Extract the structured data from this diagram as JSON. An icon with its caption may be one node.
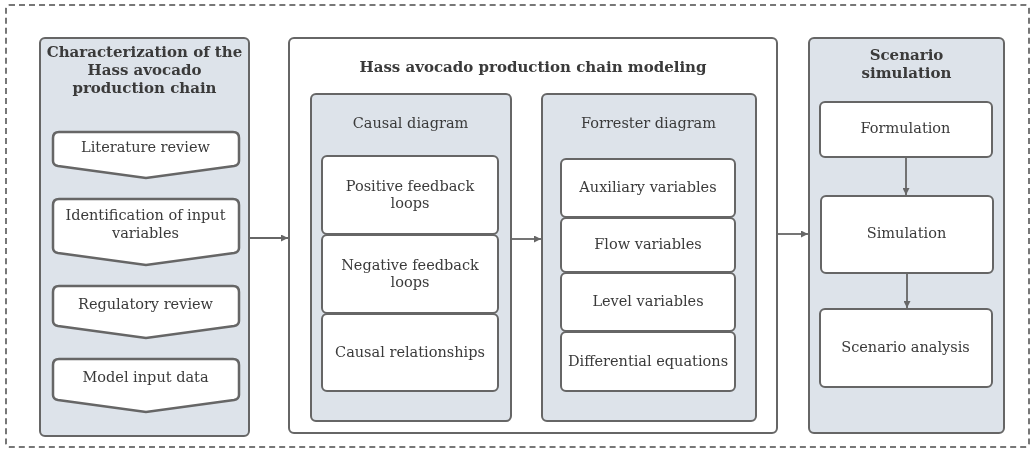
{
  "diagram": {
    "nodes": [
      {
        "text": [],
        "shape": "box"
      },
      {
        "text": [
          "Characterization of the Hass avocado production chain"
        ],
        "in": 0
      },
      {
        "text": [
          "Literature review"
        ],
        "in": 1
      },
      {
        "text": [
          "Identification of input variables"
        ],
        "in": 1
      },
      {
        "text": [
          "Regulatory review"
        ],
        "in": 1
      },
      {
        "text": [
          "Model input data"
        ],
        "in": 1
      },
      {
        "text": [
          "Hass avocado production chain modeling"
        ],
        "in": 0
      },
      {
        "text": [
          "Causal diagram"
        ],
        "in": 6
      },
      {
        "text": [
          "Positive feedback loops"
        ],
        "in": 7
      },
      {
        "text": [
          "Negative feedback loops"
        ],
        "in": 7
      },
      {
        "text": [
          "Causal relationships"
        ],
        "in": 7
      },
      {
        "text": [
          "Forrester diagram"
        ],
        "in": 6
      },
      {
        "text": [
          "Auxiliary variables"
        ],
        "in": 11
      },
      {
        "text": [
          "Flow variables"
        ],
        "in": 11
      },
      {
        "text": [
          "Level variables"
        ],
        "in": 11
      },
      {
        "text": [
          "Differential equations"
        ],
        "in": 11
      },
      {
        "text": [
          "Scenario simulation"
        ],
        "in": 0
      },
      {
        "text": [
          "Formulation"
        ],
        "in": 16
      },
      {
        "text": [
          "Simulation"
        ],
        "in": 16
      },
      {
        "text": [
          "Scenario analysis"
        ],
        "in": 16
      }
    ],
    "edges": [
      {
        "from": 1,
        "to": 6,
        "arrow": "to"
      },
      {
        "from": 7,
        "to": 11,
        "arrow": "to"
      },
      {
        "from": 6,
        "to": 16,
        "arrow": "to"
      },
      {
        "from": 17,
        "to": 18,
        "arrow": "to"
      },
      {
        "from": 18,
        "to": 19,
        "arrow": "to"
      }
    ]
  }
}
